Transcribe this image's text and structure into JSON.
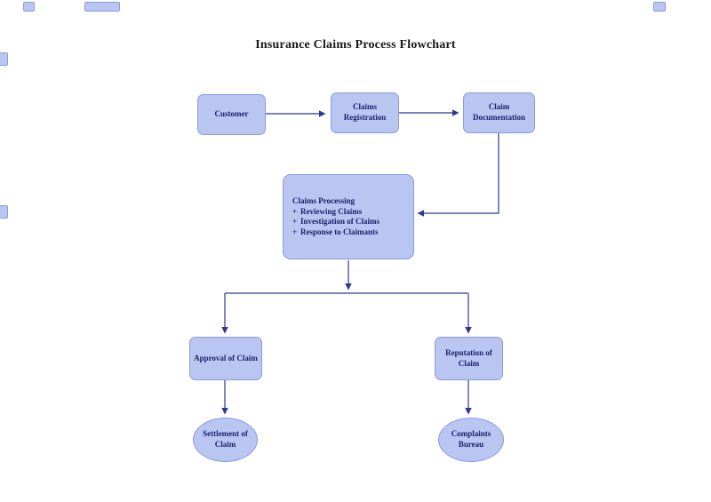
{
  "title": "Insurance Claims Process Flowchart",
  "colors": {
    "node_fill": "#bac6f2",
    "node_border": "#8a9be0",
    "node_text": "#15236b",
    "connector": "#2b3b92",
    "background": "#ffffff"
  },
  "nodes": {
    "customer": {
      "label": "Customer"
    },
    "claims_registration": {
      "label": "Claims Registration"
    },
    "claim_documentation": {
      "label": "Claim Documentation"
    },
    "claims_processing": {
      "title": "Claims Processing",
      "bullet_char": "+",
      "bullets": [
        "Reviewing Claims",
        "Investigation of Claims",
        "Response to Claimants"
      ]
    },
    "approval_of_claim": {
      "label": "Approval of Claim"
    },
    "reputation_of_claim": {
      "label": "Reputation of Claim"
    },
    "settlement_of_claim": {
      "label": "Settlement of Claim"
    },
    "complaints_bureau": {
      "label": "Complaints Bureau"
    }
  }
}
